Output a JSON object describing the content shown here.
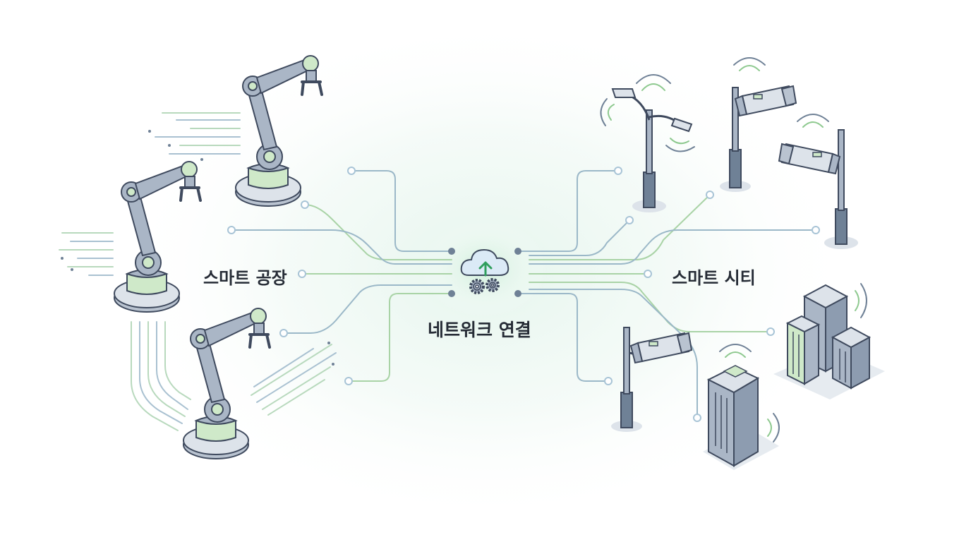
{
  "labels": {
    "smart_factory": "스마트 공장",
    "smart_city": "스마트 시티",
    "network": "네트워크 연결"
  },
  "icons": [
    "cloud-upload-icon",
    "gears-icon",
    "robot-arm-icon",
    "street-lamp-icon",
    "cctv-camera-icon",
    "building-icon",
    "wifi-signal-icon"
  ],
  "colors": {
    "line_blue": "#9bb8c8",
    "line_green": "#a9d3a6",
    "node": "#a8c4d6",
    "accent_green": "#cfe9c9",
    "metal": "#aab6c6",
    "outline": "#3f4a5e",
    "glow": "#e6f6ee"
  }
}
